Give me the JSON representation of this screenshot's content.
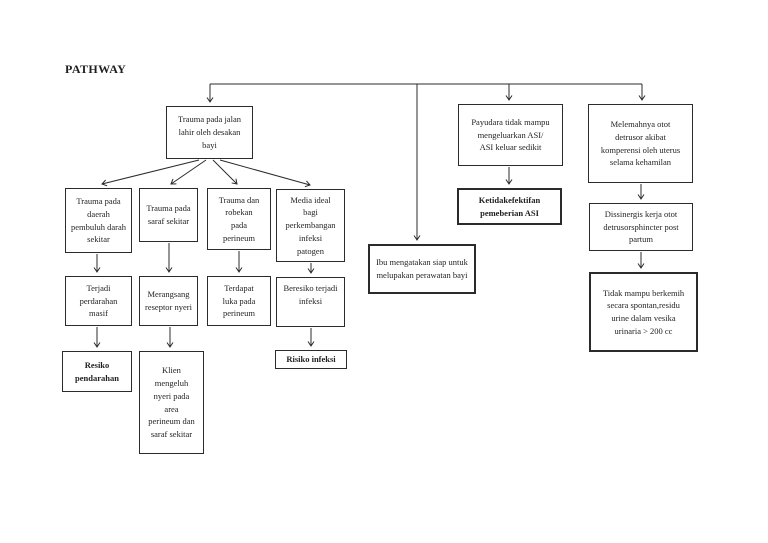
{
  "page": {
    "title": "PATHWAY"
  },
  "colors": {
    "ink": "#1f1f1f",
    "line": "#2b2b2b",
    "background": "#ffffff"
  },
  "flowchart": {
    "nodes": {
      "trauma_jalan_lahir": {
        "label": "Trauma pada jalan lahir oleh desakan bayi",
        "emphasis": false
      },
      "trauma_pembuluh_darah": {
        "label": "Trauma pada daerah pembuluh darah sekitar",
        "emphasis": false
      },
      "trauma_saraf": {
        "label": "Trauma pada saraf sekitar",
        "emphasis": false
      },
      "trauma_robekan_perineum": {
        "label": "Trauma dan robekan pada perineum",
        "emphasis": false
      },
      "media_ideal_infeksi": {
        "label": "Media ideal bagi perkembangan infeksi patogen",
        "emphasis": false
      },
      "terjadi_perdarahan": {
        "label": "Terjadi perdarahan masif",
        "emphasis": false
      },
      "merangsang_reseptor": {
        "label": "Merangsang reseptor nyeri",
        "emphasis": false
      },
      "terdapat_luka": {
        "label": "Terdapat luka pada perineum",
        "emphasis": false
      },
      "beresiko_infeksi": {
        "label": "Beresiko terjadi infeksi",
        "emphasis": false
      },
      "resiko_pendarahan": {
        "label": "Resiko pendarahan",
        "emphasis": true
      },
      "klien_mengeluh": {
        "label": "Klien mengeluh nyeri pada area perineum dan saraf sekitar",
        "emphasis": false
      },
      "risiko_infeksi": {
        "label": "Risiko infeksi",
        "emphasis": true
      },
      "ibu_siap": {
        "label": "Ibu mengatakan siap untuk melupakan perawatan bayi",
        "emphasis": false
      },
      "payudara_asi": {
        "label": "Payudara tidak mampu mengeluarkan ASI/ ASI keluar sedikit",
        "emphasis": false
      },
      "ketidakefektifan_asi": {
        "label": "Ketidakefektifan pemeberian ASI",
        "emphasis": true
      },
      "melemahnya_otot": {
        "label": "Melemahnya otot detrusor akibat komperensi oleh uterus selama kehamilan",
        "emphasis": false
      },
      "dissinergis": {
        "label": "Dissinergis kerja otot detrusorsphincter post partum",
        "emphasis": false
      },
      "tidak_mampu_berkemih": {
        "label": "Tidak mampu berkemih secara spontan,residu urine dalam vesika urinaria > 200 cc",
        "emphasis": false
      }
    },
    "edges": [
      {
        "from": "trunk",
        "to": "trauma_jalan_lahir"
      },
      {
        "from": "trunk",
        "to": "ibu_siap"
      },
      {
        "from": "trunk",
        "to": "payudara_asi"
      },
      {
        "from": "trunk",
        "to": "melemahnya_otot"
      },
      {
        "from": "trauma_jalan_lahir",
        "to": "trauma_pembuluh_darah"
      },
      {
        "from": "trauma_jalan_lahir",
        "to": "trauma_saraf"
      },
      {
        "from": "trauma_jalan_lahir",
        "to": "trauma_robekan_perineum"
      },
      {
        "from": "trauma_jalan_lahir",
        "to": "media_ideal_infeksi"
      },
      {
        "from": "trauma_pembuluh_darah",
        "to": "terjadi_perdarahan"
      },
      {
        "from": "trauma_saraf",
        "to": "merangsang_reseptor"
      },
      {
        "from": "trauma_robekan_perineum",
        "to": "terdapat_luka"
      },
      {
        "from": "media_ideal_infeksi",
        "to": "beresiko_infeksi"
      },
      {
        "from": "terjadi_perdarahan",
        "to": "resiko_pendarahan"
      },
      {
        "from": "merangsang_reseptor",
        "to": "klien_mengeluh"
      },
      {
        "from": "beresiko_infeksi",
        "to": "risiko_infeksi"
      },
      {
        "from": "payudara_asi",
        "to": "ketidakefektifan_asi"
      },
      {
        "from": "melemahnya_otot",
        "to": "dissinergis"
      },
      {
        "from": "dissinergis",
        "to": "tidak_mampu_berkemih"
      }
    ]
  }
}
